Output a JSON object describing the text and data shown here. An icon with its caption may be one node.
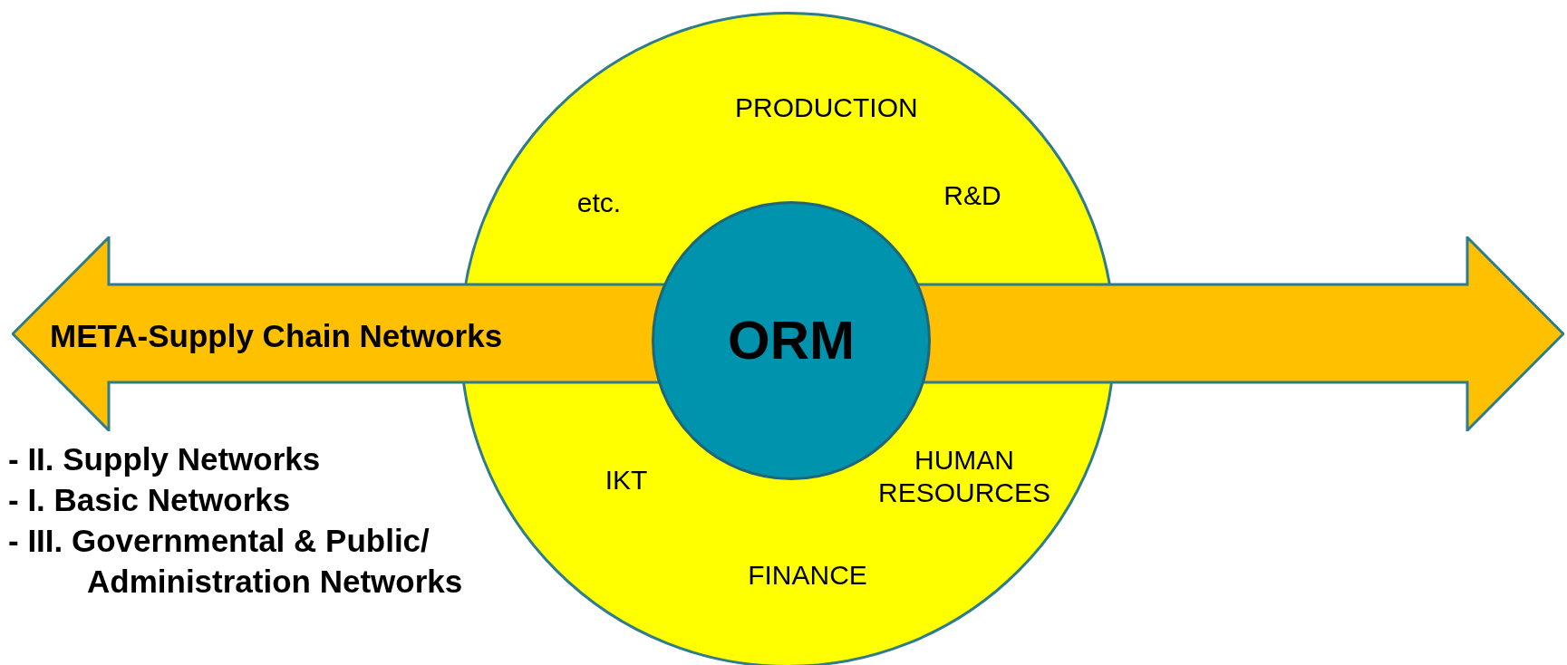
{
  "diagram": {
    "nodes": [
      {
        "text": [
          "PRODUCTION",
          "etc.",
          "R&D",
          "HUMAN RESOURCES",
          "IKT",
          "FINANCE"
        ]
      },
      {
        "text": [
          "ORM"
        ],
        "in": 0
      },
      {
        "text": [
          "META-Supply Chain Networks"
        ]
      }
    ],
    "labels": [
      "- II. Supply Networks",
      "- I. Basic Networks",
      "- III. Governmental & Public/ Administration Networks"
    ]
  }
}
